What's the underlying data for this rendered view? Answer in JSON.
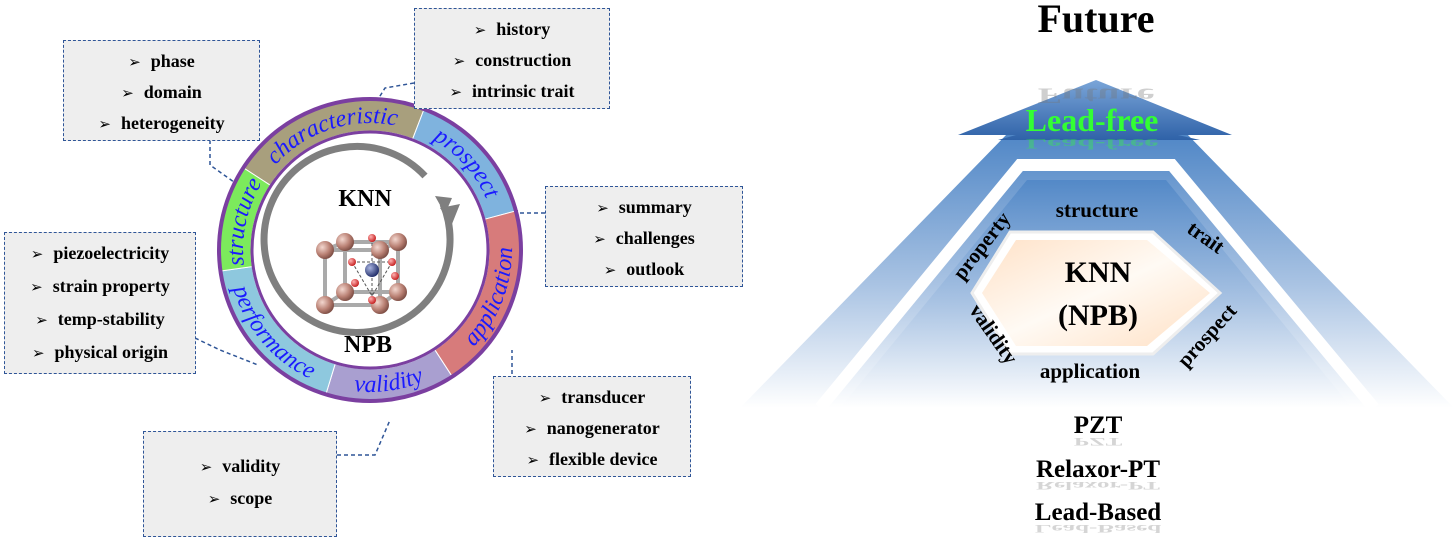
{
  "left_panel": {
    "ring_segments": [
      "characteristic",
      "prospect",
      "application",
      "validity",
      "performance",
      "structure"
    ],
    "center_top": "KNN",
    "center_bottom": "NPB",
    "boxes": {
      "characteristic": {
        "items": [
          "history",
          "construction",
          "intrinsic trait"
        ]
      },
      "structure": {
        "items": [
          "phase",
          "domain",
          "heterogeneity"
        ]
      },
      "prospect": {
        "items": [
          "summary",
          "challenges",
          "outlook"
        ]
      },
      "performance": {
        "items": [
          "piezoelectricity",
          "strain property",
          "temp-stability",
          "physical origin"
        ]
      },
      "application": {
        "items": [
          "transducer",
          "nanogenerator",
          "flexible device"
        ]
      },
      "validity": {
        "items": [
          "validity",
          "scope"
        ]
      }
    },
    "bullet": "➢"
  },
  "right_panel": {
    "top_label": "Future",
    "banner": "Lead-free",
    "hexagon_line1": "KNN",
    "hexagon_line2": "(NPB)",
    "hex_labels": [
      "structure",
      "trait",
      "prospect",
      "application",
      "validity",
      "property"
    ],
    "bottom_labels": [
      "PZT",
      "Relaxor-PT",
      "Lead-Based"
    ]
  },
  "colors": {
    "characteristic": "#a89f7d",
    "prospect": "#7fb3de",
    "application": "#d77b7b",
    "validity": "#a99fd0",
    "performance": "#8ec8de",
    "structure": "#7cea5c",
    "ring_border": "#7b3fa0",
    "ring_text": "#1a1aff",
    "lead_free": "#33ff33",
    "arrow_blue": "#4a7fc1"
  }
}
